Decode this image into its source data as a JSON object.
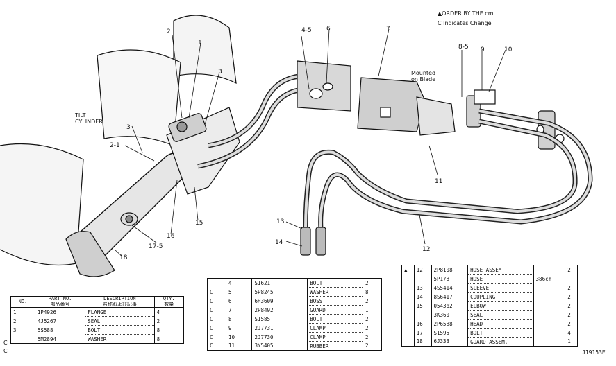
{
  "header": {
    "order_note": "▲ORDER BY THE cm",
    "change_note": "C Indicates Change",
    "mounted_note": "Mounted on Blade",
    "tilt_label": "TILT CYLINDER"
  },
  "callouts": [
    "2",
    "1",
    "3",
    "4-5",
    "6",
    "7",
    "8-5",
    "9",
    "10",
    "3",
    "2-1",
    "16",
    "15",
    "17-5",
    "18",
    "11",
    "13",
    "14",
    "12"
  ],
  "table1": {
    "headers": {
      "no": "NO.",
      "part_no": "PART NO.",
      "part_no_jp": "部品番号",
      "desc": "DESCRIPTION",
      "desc_jp": "名称および記事",
      "qty": "QTY.",
      "qty_jp": "数量"
    },
    "rows": [
      {
        "mark": "",
        "no": "1",
        "part": "1P4926",
        "desc": "FLANGE",
        "qty": "4"
      },
      {
        "mark": "",
        "no": "2",
        "part": "4J5267",
        "desc": "SEAL",
        "qty": "2"
      },
      {
        "mark": "",
        "no": "3",
        "part": "5S588",
        "desc": "BOLT",
        "qty": "8"
      },
      {
        "mark": "C",
        "no": "",
        "part": "5M2894",
        "desc": "WASHER",
        "qty": "8"
      }
    ]
  },
  "table2": {
    "rows": [
      {
        "mark": "",
        "no": "4",
        "part": "S1621",
        "desc": "BOLT",
        "qty": "2"
      },
      {
        "mark": "C",
        "no": "5",
        "part": "5P8245",
        "desc": "WASHER",
        "qty": "8"
      },
      {
        "mark": "C",
        "no": "6",
        "part": "6H3609",
        "desc": "BOSS",
        "qty": "2"
      },
      {
        "mark": "C",
        "no": "7",
        "part": "2P8492",
        "desc": "GUARD",
        "qty": "1"
      },
      {
        "mark": "C",
        "no": "8",
        "part": "S1585",
        "desc": "BOLT",
        "qty": "2"
      },
      {
        "mark": "C",
        "no": "9",
        "part": "2J7731",
        "desc": "CLAMP",
        "qty": "2"
      },
      {
        "mark": "C",
        "no": "10",
        "part": "2J7730",
        "desc": "CLAMP",
        "qty": "2"
      },
      {
        "mark": "C",
        "no": "11",
        "part": "3Y5405",
        "desc": "RUBBER",
        "qty": "2"
      }
    ]
  },
  "table3": {
    "rows": [
      {
        "mark": "▲",
        "no": "12",
        "part": "2P8108",
        "desc": "HOSE ASSEM.",
        "extra": "",
        "qty": "2"
      },
      {
        "mark": "",
        "no": "",
        "part": "5P178",
        "desc": "HOSE",
        "extra": "386cm",
        "qty": ""
      },
      {
        "mark": "",
        "no": "13",
        "part": "4S5414",
        "desc": "SLEEVE",
        "extra": "",
        "qty": "2"
      },
      {
        "mark": "",
        "no": "14",
        "part": "8S6417",
        "desc": "COUPLING",
        "extra": "",
        "qty": "2"
      },
      {
        "mark": "",
        "no": "15",
        "part": "0543b2",
        "desc": "ELBOW",
        "extra": "",
        "qty": "2"
      },
      {
        "mark": "",
        "no": "",
        "part": "3K360",
        "desc": "SEAL",
        "extra": "",
        "qty": "2"
      },
      {
        "mark": "",
        "no": "16",
        "part": "2P6588",
        "desc": "HEAD",
        "extra": "",
        "qty": "2"
      },
      {
        "mark": "",
        "no": "17",
        "part": "S1595",
        "desc": "BOLT",
        "extra": "",
        "qty": "4"
      },
      {
        "mark": "",
        "no": "18",
        "part": "6J333",
        "desc": "GUARD ASSEM.",
        "extra": "",
        "qty": "1"
      }
    ]
  },
  "margin_marks": {
    "c_left": "C",
    "ref": "J19153E"
  }
}
